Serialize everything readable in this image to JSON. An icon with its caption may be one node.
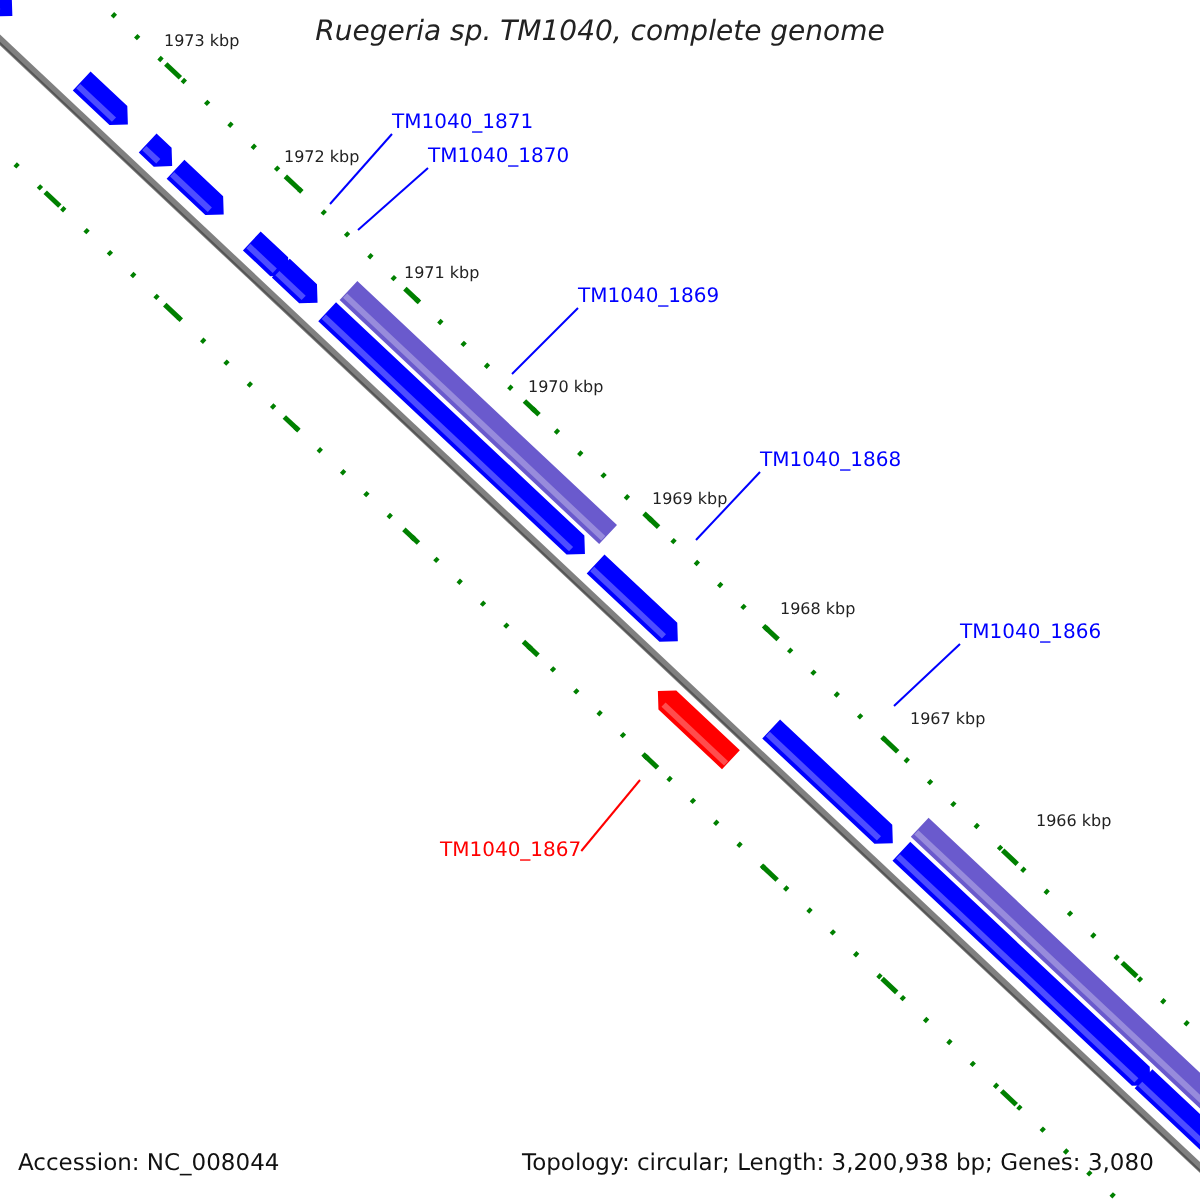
{
  "diagram": {
    "title": "Ruegeria sp. TM1040, complete genome",
    "nodes": [
      {
        "text": [
          "TM1040_1871"
        ]
      },
      {
        "text": [
          "TM1040_1870"
        ]
      },
      {
        "text": [
          "TM1040_1869"
        ]
      },
      {
        "text": [
          "TM1040_1868"
        ]
      },
      {
        "text": [
          "TM1040_1866"
        ]
      },
      {
        "text": [
          "TM1040_1867"
        ]
      }
    ],
    "edges": [
      {
        "from": 0,
        "to": null,
        "arrow": "none"
      },
      {
        "from": 1,
        "to": null,
        "arrow": "none"
      },
      {
        "from": 2,
        "to": null,
        "arrow": "none"
      },
      {
        "from": 3,
        "to": null,
        "arrow": "none"
      },
      {
        "from": 4,
        "to": null,
        "arrow": "none"
      },
      {
        "from": 5,
        "to": null,
        "arrow": "none",
        "color": "#ff0000"
      }
    ],
    "labels": [
      "1973 kbp",
      "1972 kbp",
      "1971 kbp",
      "1970 kbp",
      "1969 kbp",
      "1968 kbp",
      "1967 kbp",
      "1966 kbp",
      "Accession: NC_008044",
      "Topology: circular; Length: 3,200,938 bp; Genes: 3,080"
    ]
  }
}
